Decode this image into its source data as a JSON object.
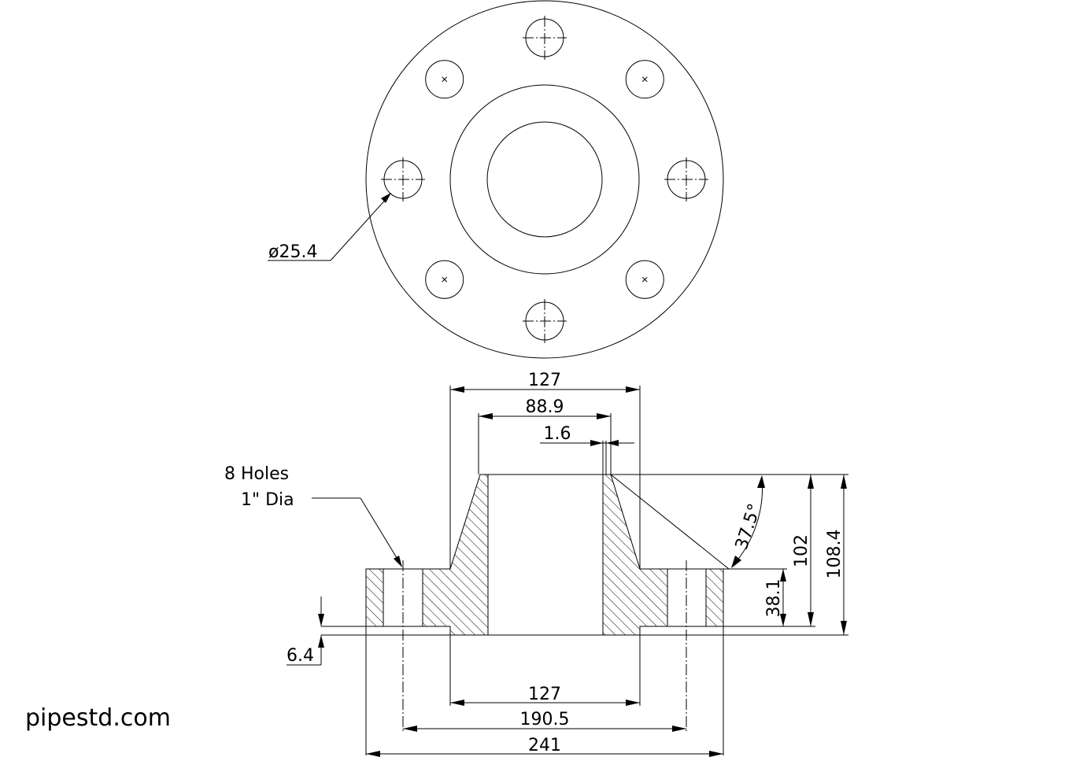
{
  "watermark": "pipestd.com",
  "top_view": {
    "hole_callout": "ø25.4"
  },
  "section_view": {
    "holes_note_line1": "8 Holes",
    "holes_note_line2": "1\" Dia",
    "dims": {
      "hub_dia_top": "127",
      "bore_dia": "88.9",
      "bevel_land": "1.6",
      "bevel_angle": "37.5°",
      "height_102": "102",
      "height_108": "108.4",
      "flange_thickness": "38.1",
      "raised_face": "6.4",
      "raised_face_dia": "127",
      "bolt_circle": "190.5",
      "outside_dia": "241"
    }
  }
}
